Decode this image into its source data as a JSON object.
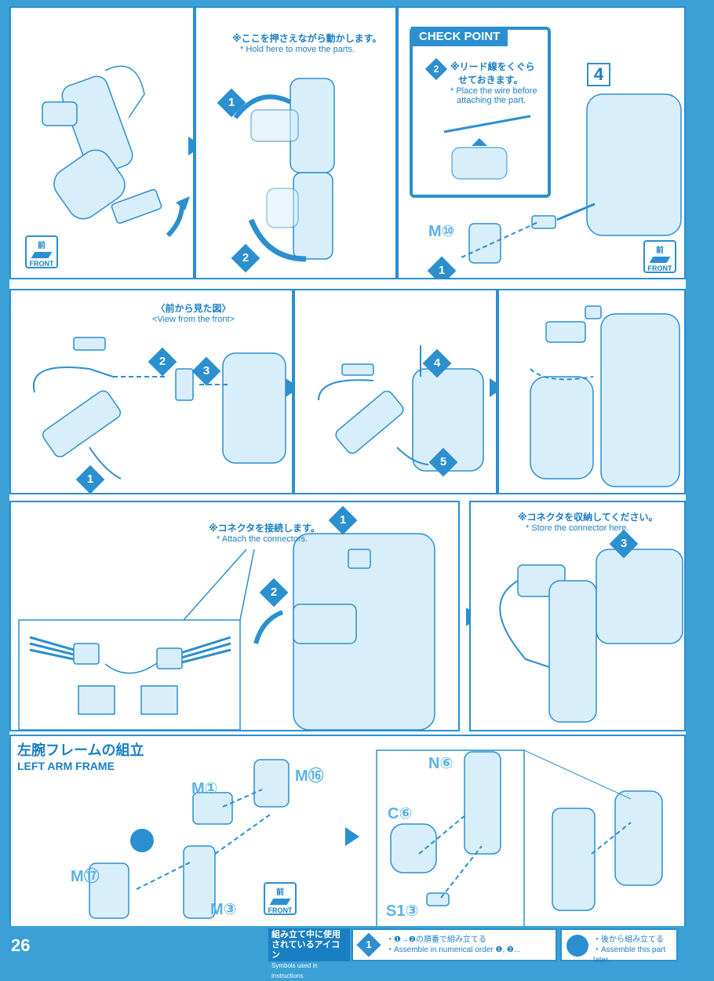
{
  "page_number": "26",
  "panel1": {
    "front_jp": "前",
    "front_en": "FRONT"
  },
  "panel2": {
    "note_jp": "※ここを押さえながら動かします。",
    "note_en": "* Hold here to move the parts.",
    "steps": [
      "1",
      "2"
    ]
  },
  "checkpoint": {
    "title": "CHECK POINT",
    "step": "2",
    "note_jp_line1": "※リード線をくぐら",
    "note_jp_line2": "せておきます。",
    "note_en_line1": "* Place the wire before",
    "note_en_line2": "attaching the part."
  },
  "panel3": {
    "box_number": "4",
    "part": "M⑩",
    "step": "1",
    "front_jp": "前",
    "front_en": "FRONT"
  },
  "row2": {
    "view_jp": "〈前から見た図〉",
    "view_en": "<View from the front>",
    "steps_a": [
      "2",
      "3",
      "1"
    ],
    "steps_b": [
      "4",
      "5"
    ]
  },
  "row3": {
    "attach_jp": "※コネクタを接続します。",
    "attach_en": "* Attach the connectors.",
    "store_jp": "※コネクタを収納してください。",
    "store_en": "* Store the connector here.",
    "steps": [
      "1",
      "2",
      "3"
    ]
  },
  "left_arm": {
    "title_jp": "左腕フレームの組立",
    "title_en": "LEFT ARM FRAME",
    "parts_left": [
      "M①",
      "M⑯",
      "M⑰",
      "M③"
    ],
    "parts_right": [
      "N⑥",
      "C⑥",
      "S1③"
    ],
    "front_jp": "前",
    "front_en": "FRONT"
  },
  "legend": {
    "label_jp_line1": "組み立て中に使用",
    "label_jp_line2": "されているアイコン",
    "label_en": "Symbols used in instructions",
    "item1_jp": "・❶→❷の順番で組み立てる",
    "item1_en": "・Assemble in numerical order ❶, ❷...",
    "item2_jp": "・後から組み立てる",
    "item2_en": "・Assemble this part later."
  }
}
